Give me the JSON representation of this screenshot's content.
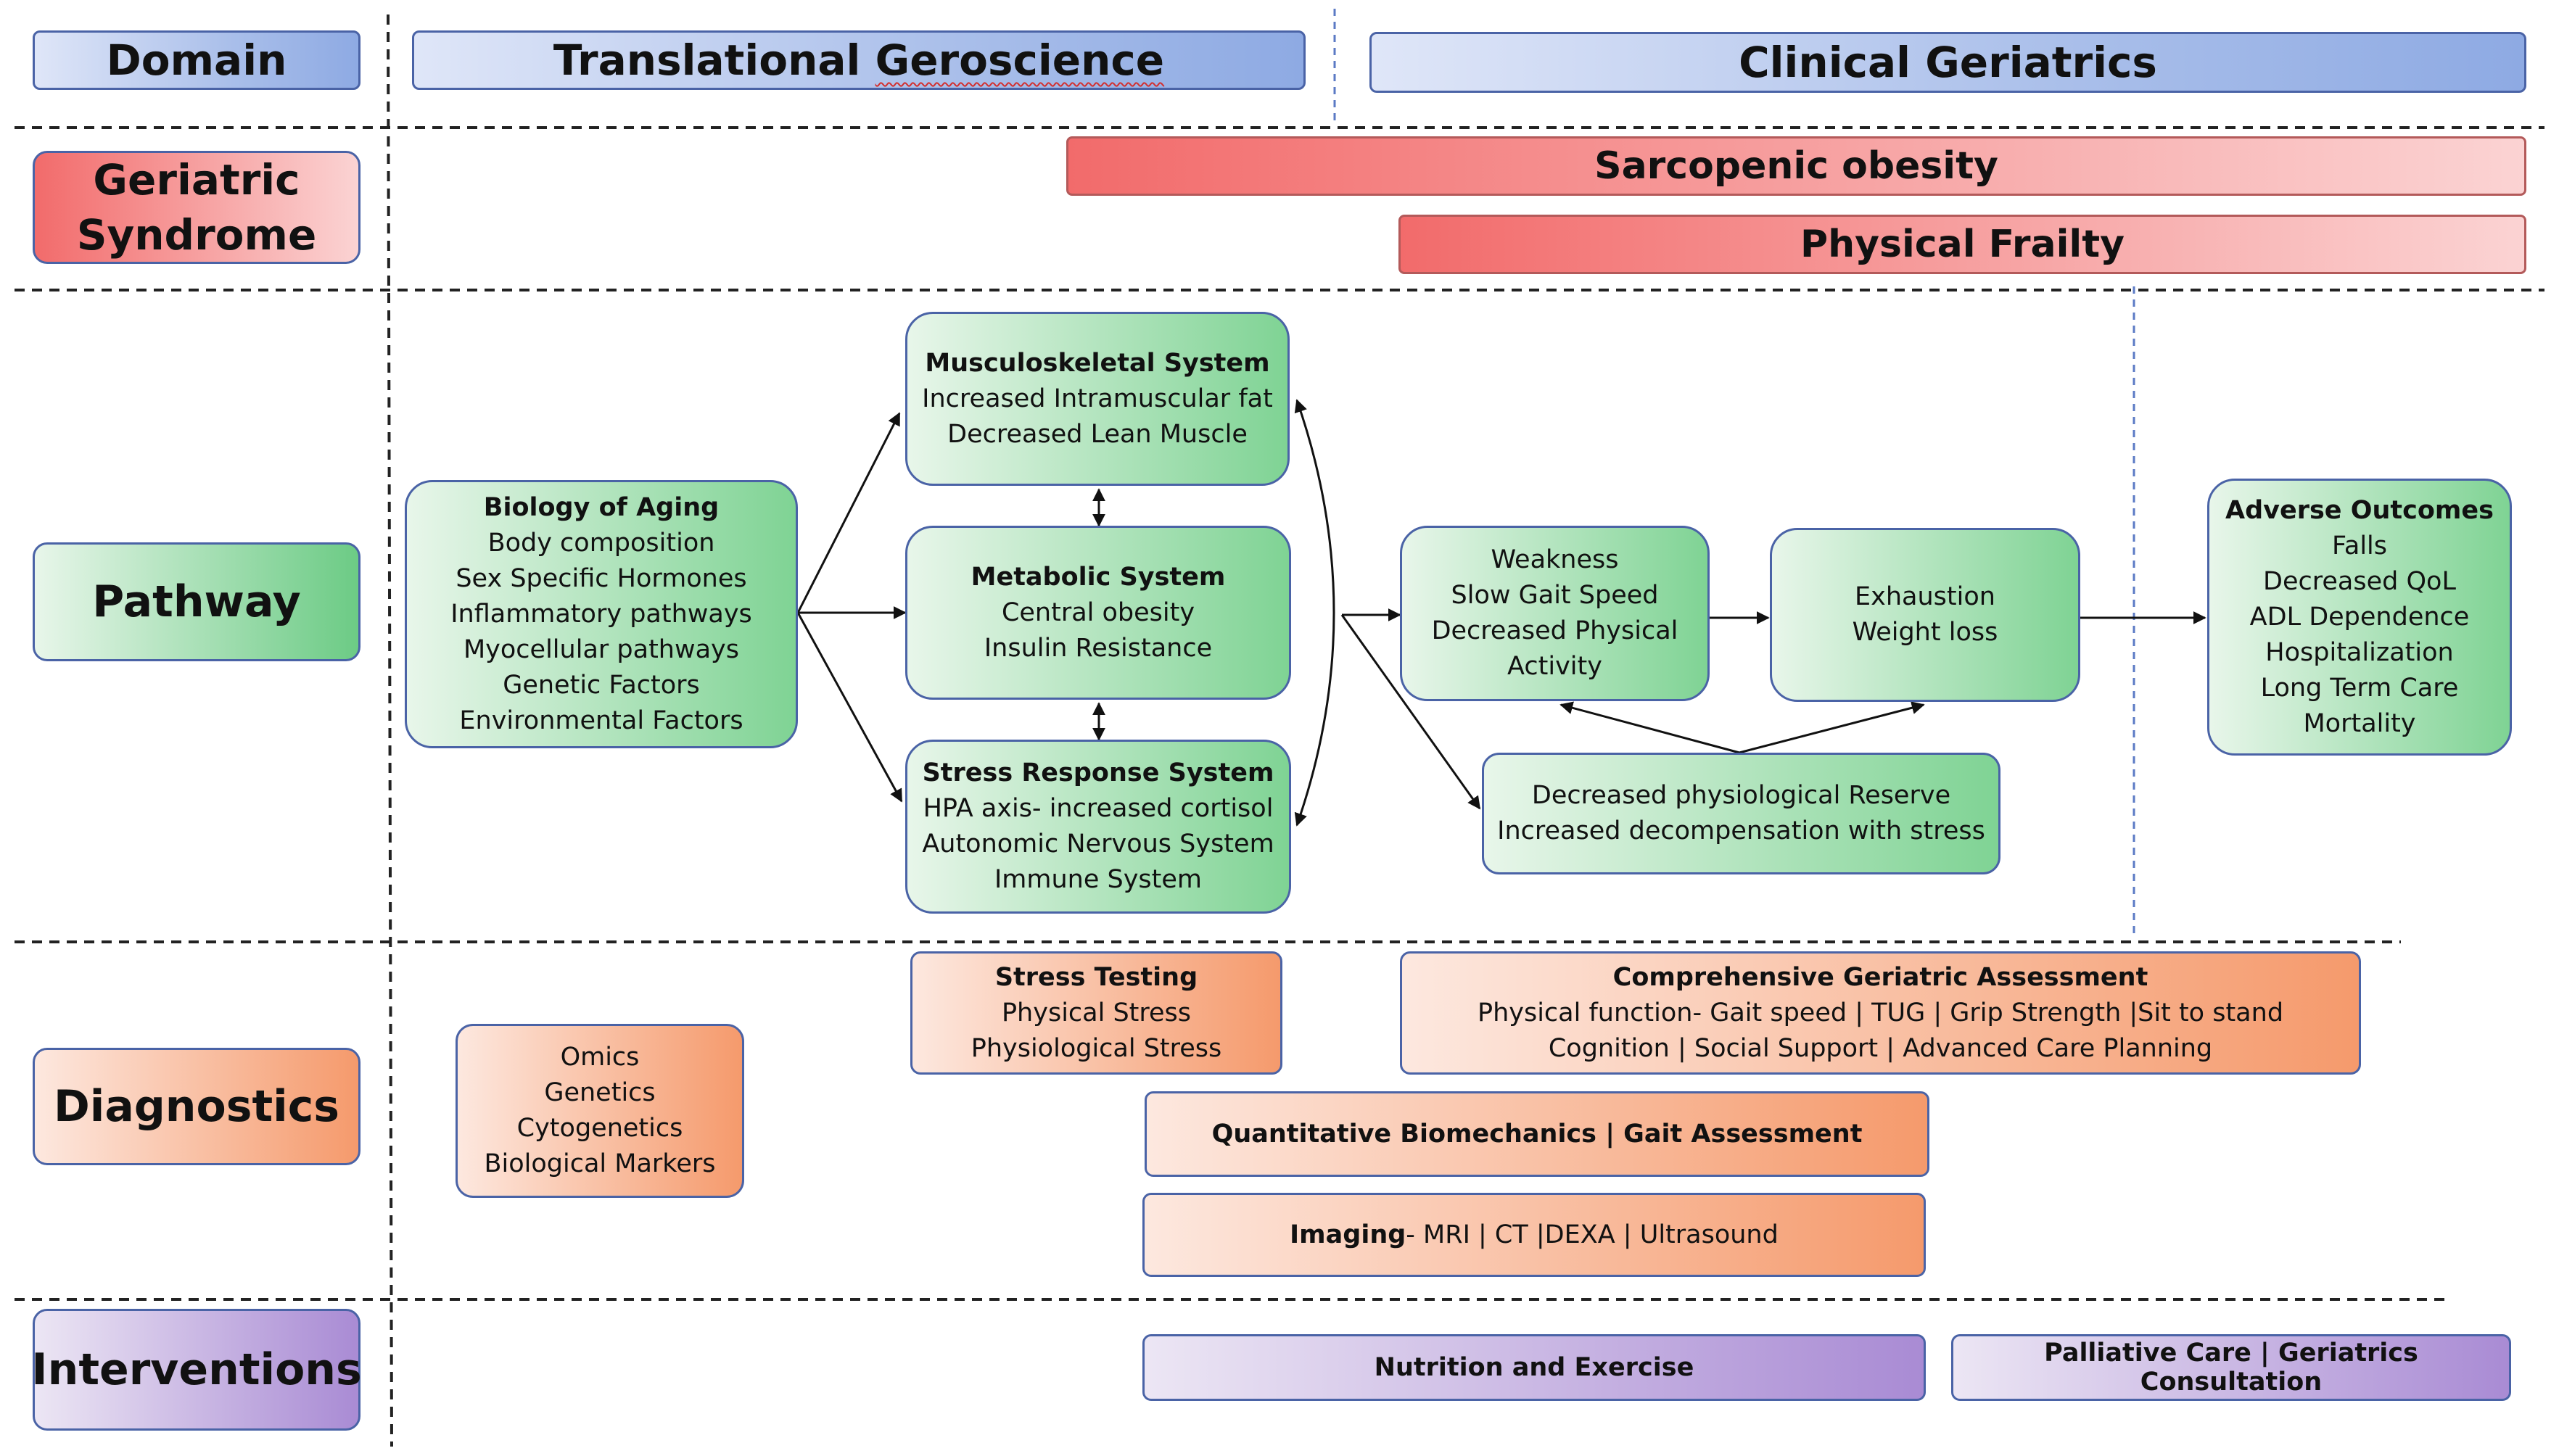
{
  "header": {
    "domain_label": "Domain",
    "translational_label": "Translational Geroscience",
    "clinical_label": "Clinical Geriatrics"
  },
  "rows": {
    "geriatric_syndrome": [
      "Geriatric",
      "Syndrome"
    ],
    "pathway": "Pathway",
    "diagnostics": "Diagnostics",
    "interventions": "Interventions"
  },
  "syndromes": {
    "sarcopenic_obesity": "Sarcopenic obesity",
    "physical_frailty": "Physical Frailty"
  },
  "pathway": {
    "biology": {
      "title": "Biology of Aging",
      "items": [
        "Body composition",
        "Sex Specific Hormones",
        "Inflammatory pathways",
        "Myocellular pathways",
        "Genetic Factors",
        "Environmental Factors"
      ]
    },
    "musculoskeletal": {
      "title": "Musculoskeletal System",
      "items": [
        "Increased Intramuscular fat",
        "Decreased Lean Muscle"
      ]
    },
    "metabolic": {
      "title": "Metabolic System",
      "items": [
        "Central obesity",
        "Insulin Resistance"
      ]
    },
    "stress_response": {
      "title": "Stress Response System",
      "items": [
        "HPA axis- increased cortisol",
        "Autonomic Nervous System",
        "Immune System"
      ]
    },
    "weakness": {
      "items": [
        "Weakness",
        "Slow Gait Speed",
        "Decreased Physical",
        "Activity"
      ]
    },
    "exhaustion": {
      "items": [
        "Exhaustion",
        "Weight loss"
      ]
    },
    "reserve": {
      "items": [
        "Decreased physiological Reserve",
        "Increased decompensation with stress"
      ]
    },
    "adverse": {
      "title": "Adverse Outcomes",
      "items": [
        "Falls",
        "Decreased QoL",
        "ADL Dependence",
        "Hospitalization",
        "Long Term Care",
        "Mortality"
      ]
    }
  },
  "diagnostics": {
    "omics": {
      "items": [
        "Omics",
        "Genetics",
        "Cytogenetics",
        "Biological Markers"
      ]
    },
    "stress_testing": {
      "title": "Stress Testing",
      "items": [
        "Physical Stress",
        "Physiological Stress"
      ]
    },
    "cga": {
      "title": "Comprehensive Geriatric Assessment",
      "items": [
        "Physical function- Gait speed | TUG | Grip Strength |Sit to stand",
        "Cognition | Social Support | Advanced Care Planning"
      ]
    },
    "biomechanics": "Quantitative Biomechanics | Gait Assessment",
    "imaging": {
      "bold": "Imaging",
      "rest": "- MRI | CT |DEXA | Ultrasound"
    }
  },
  "interventions": {
    "nutrition": "Nutrition and Exercise",
    "palliative": "Palliative Care | Geriatrics Consultation"
  },
  "colors": {
    "outline": "#4a63a6",
    "blue": "#8eaae3",
    "red": "#f26b6b",
    "green": "#6ccb85",
    "orange": "#f59a6c",
    "purple": "#a98bd4"
  }
}
